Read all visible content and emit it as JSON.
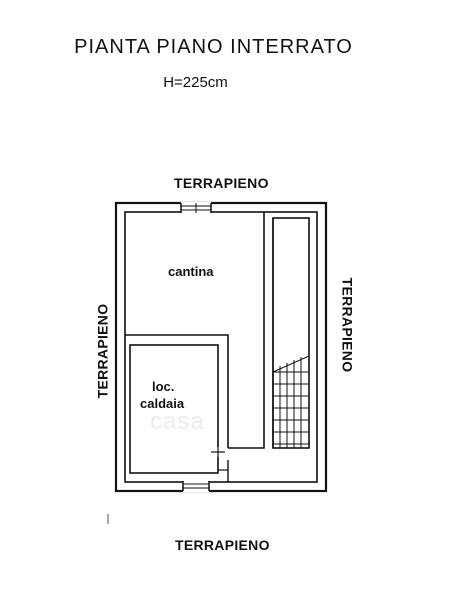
{
  "title": "PIANTA PIANO INTERRATO",
  "height_label": "H=225cm",
  "labels": {
    "top": "TERRAPIENO",
    "bottom": "TERRAPIENO",
    "left": "TERRAPIENO",
    "right": "TERRAPIENO"
  },
  "rooms": {
    "cantina": "cantina",
    "caldaia_line1": "loc.",
    "caldaia_line2": "caldaia"
  },
  "watermark": "casa"
}
